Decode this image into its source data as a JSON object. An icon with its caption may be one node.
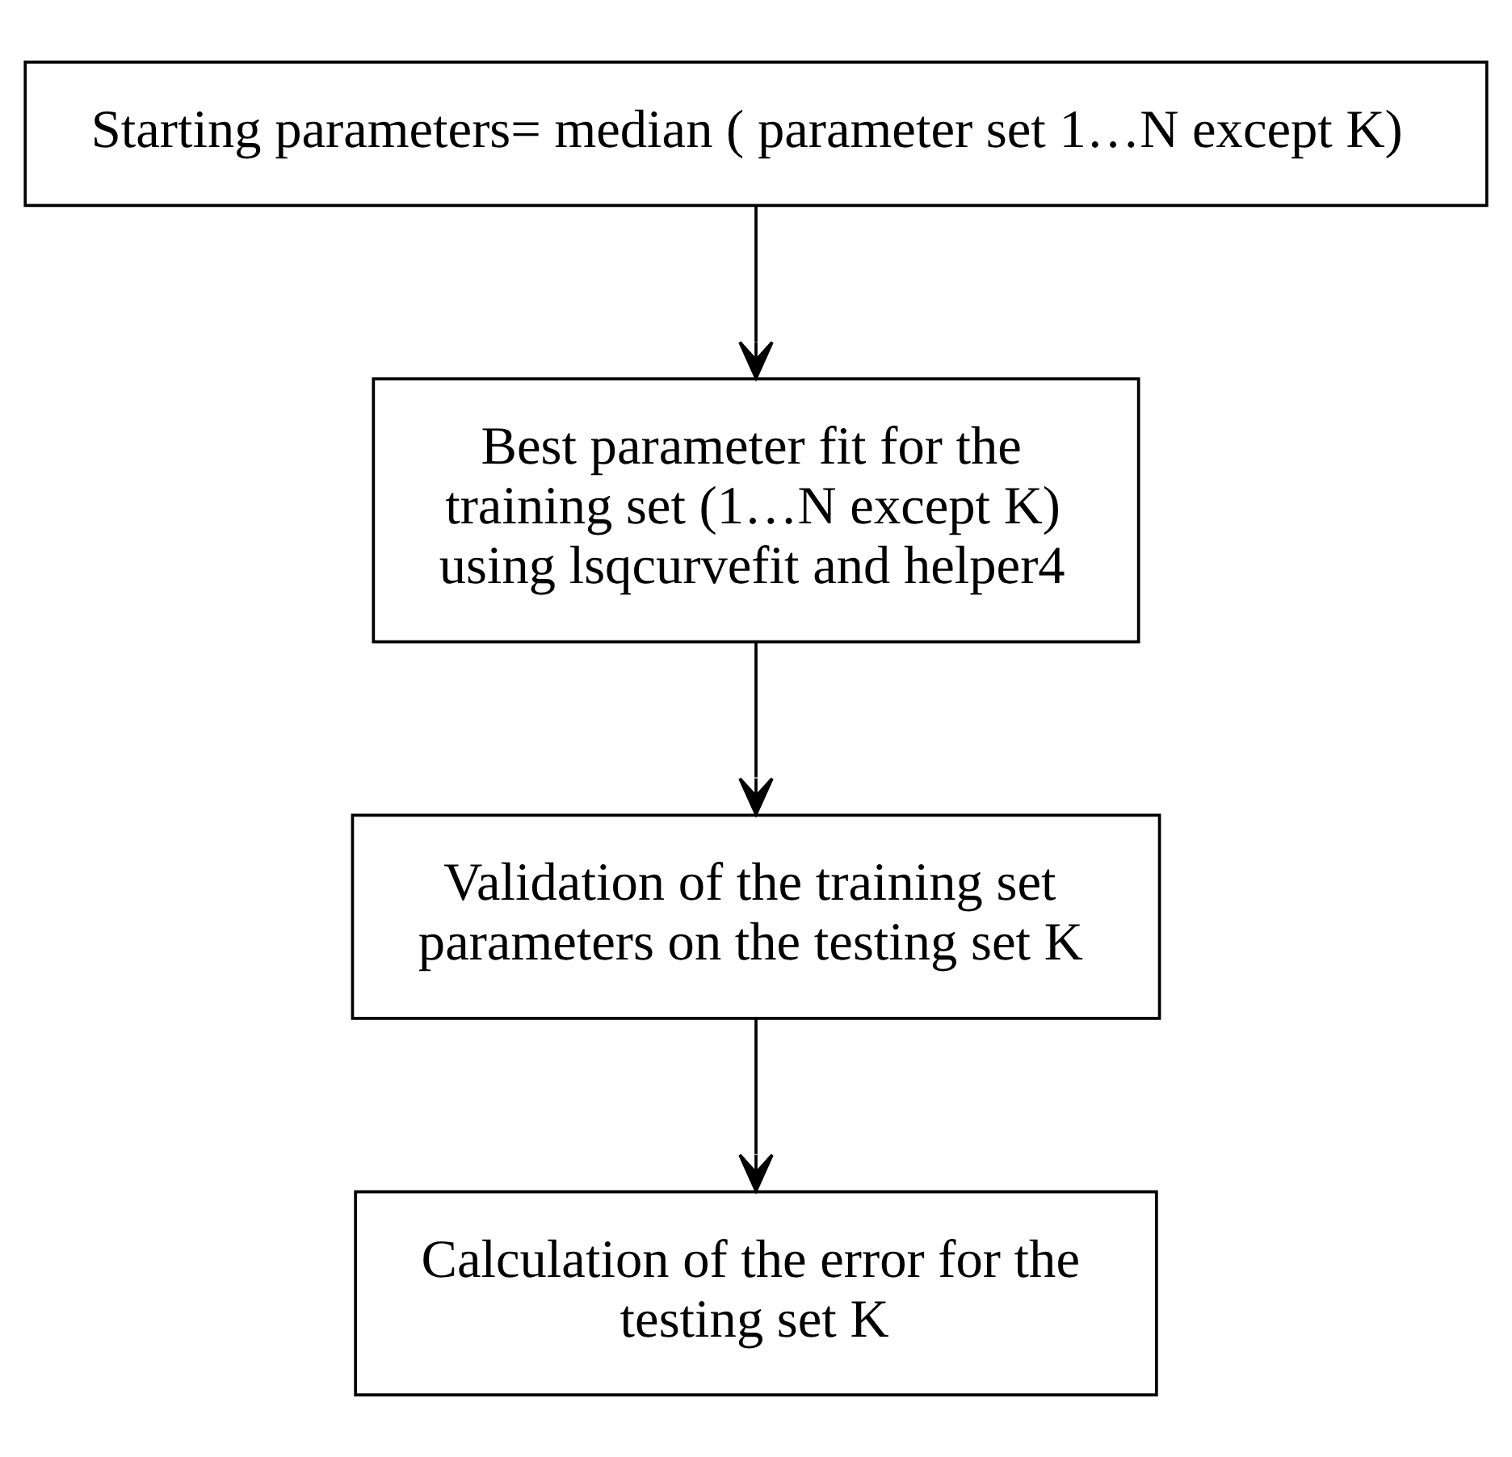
{
  "diagram": {
    "nodes": [
      {
        "text": [
          "Starting parameters= median ( parameter set 1…N except K)"
        ]
      },
      {
        "text": [
          "Best parameter fit for the training set (1…N except K) using lsqcurvefit and helper4"
        ]
      },
      {
        "text": [
          "Validation of the training set parameters on the testing set K"
        ]
      },
      {
        "text": [
          "Calculation of the error for the testing set K"
        ]
      }
    ],
    "edges": [
      {
        "from": 0,
        "to": 1,
        "arrow": "to"
      },
      {
        "from": 1,
        "to": 2,
        "arrow": "to"
      },
      {
        "from": 2,
        "to": 3,
        "arrow": "to"
      }
    ]
  }
}
